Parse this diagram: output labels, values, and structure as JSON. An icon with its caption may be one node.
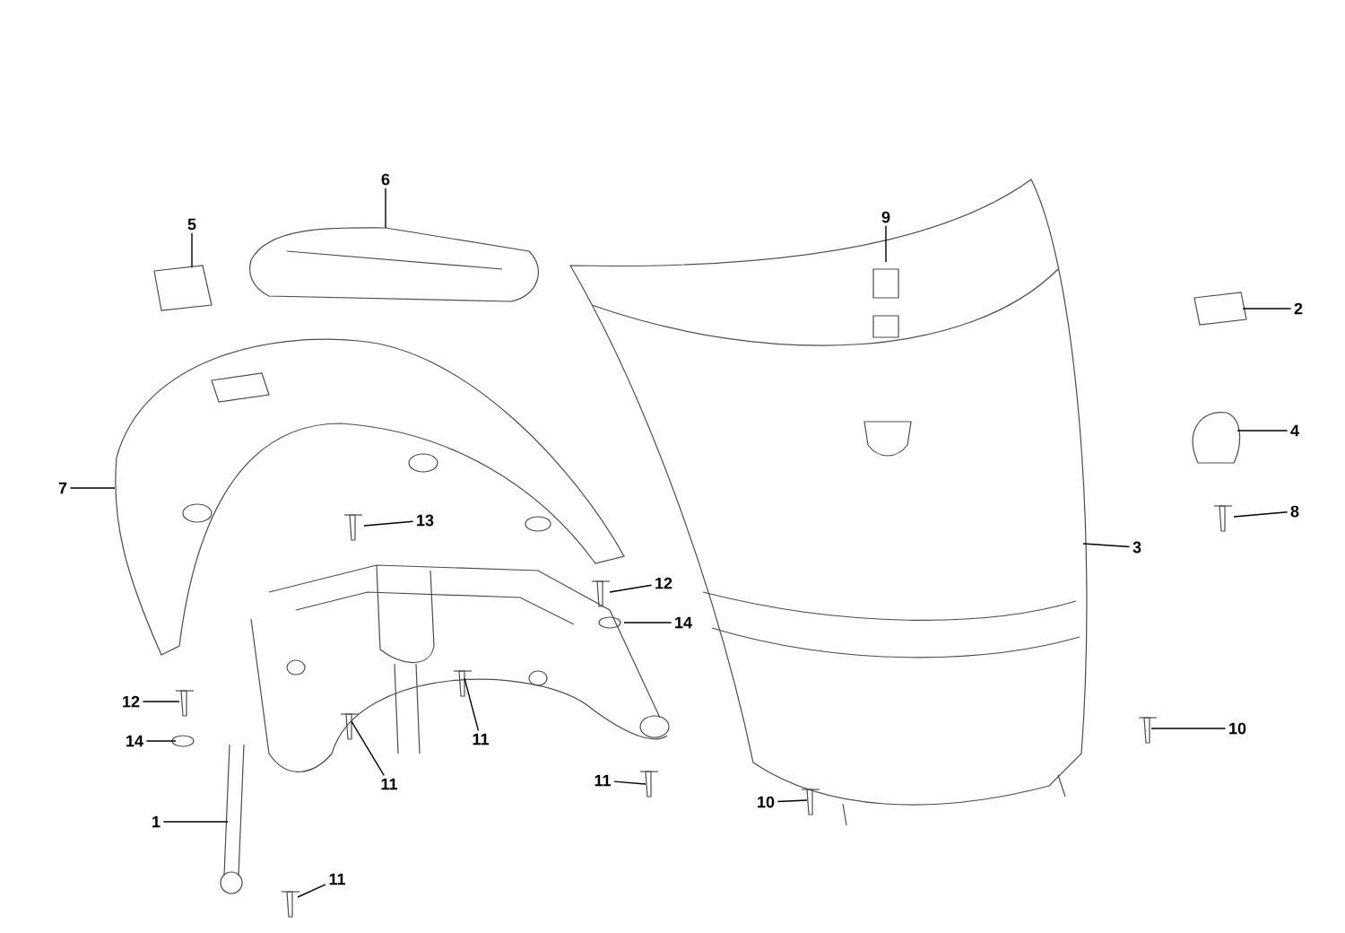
{
  "diagram": {
    "nodes": [
      {
        "text": [
          "6"
        ]
      },
      {
        "text": [
          "5"
        ]
      },
      {
        "text": [
          "9"
        ]
      },
      {
        "text": [
          "2"
        ]
      },
      {
        "text": [
          "4"
        ]
      },
      {
        "text": [
          "7"
        ]
      },
      {
        "text": [
          "8"
        ]
      },
      {
        "text": [
          "13"
        ]
      },
      {
        "text": [
          "3"
        ]
      },
      {
        "text": [
          "12"
        ]
      },
      {
        "text": [
          "14"
        ]
      },
      {
        "text": [
          "12"
        ]
      },
      {
        "text": [
          "10"
        ]
      },
      {
        "text": [
          "11"
        ]
      },
      {
        "text": [
          "14"
        ]
      },
      {
        "text": [
          "11"
        ]
      },
      {
        "text": [
          "11"
        ]
      },
      {
        "text": [
          "10"
        ]
      },
      {
        "text": [
          "1"
        ]
      },
      {
        "text": [
          "11"
        ]
      }
    ],
    "edges": [
      {
        "from": 0,
        "to": null,
        "arrow": "none"
      },
      {
        "from": 1,
        "to": null,
        "arrow": "none"
      },
      {
        "from": 2,
        "to": null,
        "arrow": "none"
      },
      {
        "from": 3,
        "to": null,
        "arrow": "none"
      },
      {
        "from": 4,
        "to": null,
        "arrow": "none"
      },
      {
        "from": 5,
        "to": null,
        "arrow": "none"
      },
      {
        "from": 6,
        "to": null,
        "arrow": "none"
      },
      {
        "from": 7,
        "to": null,
        "arrow": "none"
      },
      {
        "from": 8,
        "to": null,
        "arrow": "none"
      },
      {
        "from": 9,
        "to": null,
        "arrow": "none"
      },
      {
        "from": 10,
        "to": null,
        "arrow": "none"
      },
      {
        "from": 11,
        "to": null,
        "arrow": "none"
      },
      {
        "from": 12,
        "to": null,
        "arrow": "none"
      },
      {
        "from": 13,
        "to": null,
        "arrow": "none"
      },
      {
        "from": 14,
        "to": null,
        "arrow": "none"
      },
      {
        "from": 15,
        "to": null,
        "arrow": "none"
      },
      {
        "from": 16,
        "to": null,
        "arrow": "none"
      },
      {
        "from": 17,
        "to": null,
        "arrow": "none"
      },
      {
        "from": 18,
        "to": null,
        "arrow": "none"
      },
      {
        "from": 19,
        "to": null,
        "arrow": "none"
      }
    ]
  }
}
